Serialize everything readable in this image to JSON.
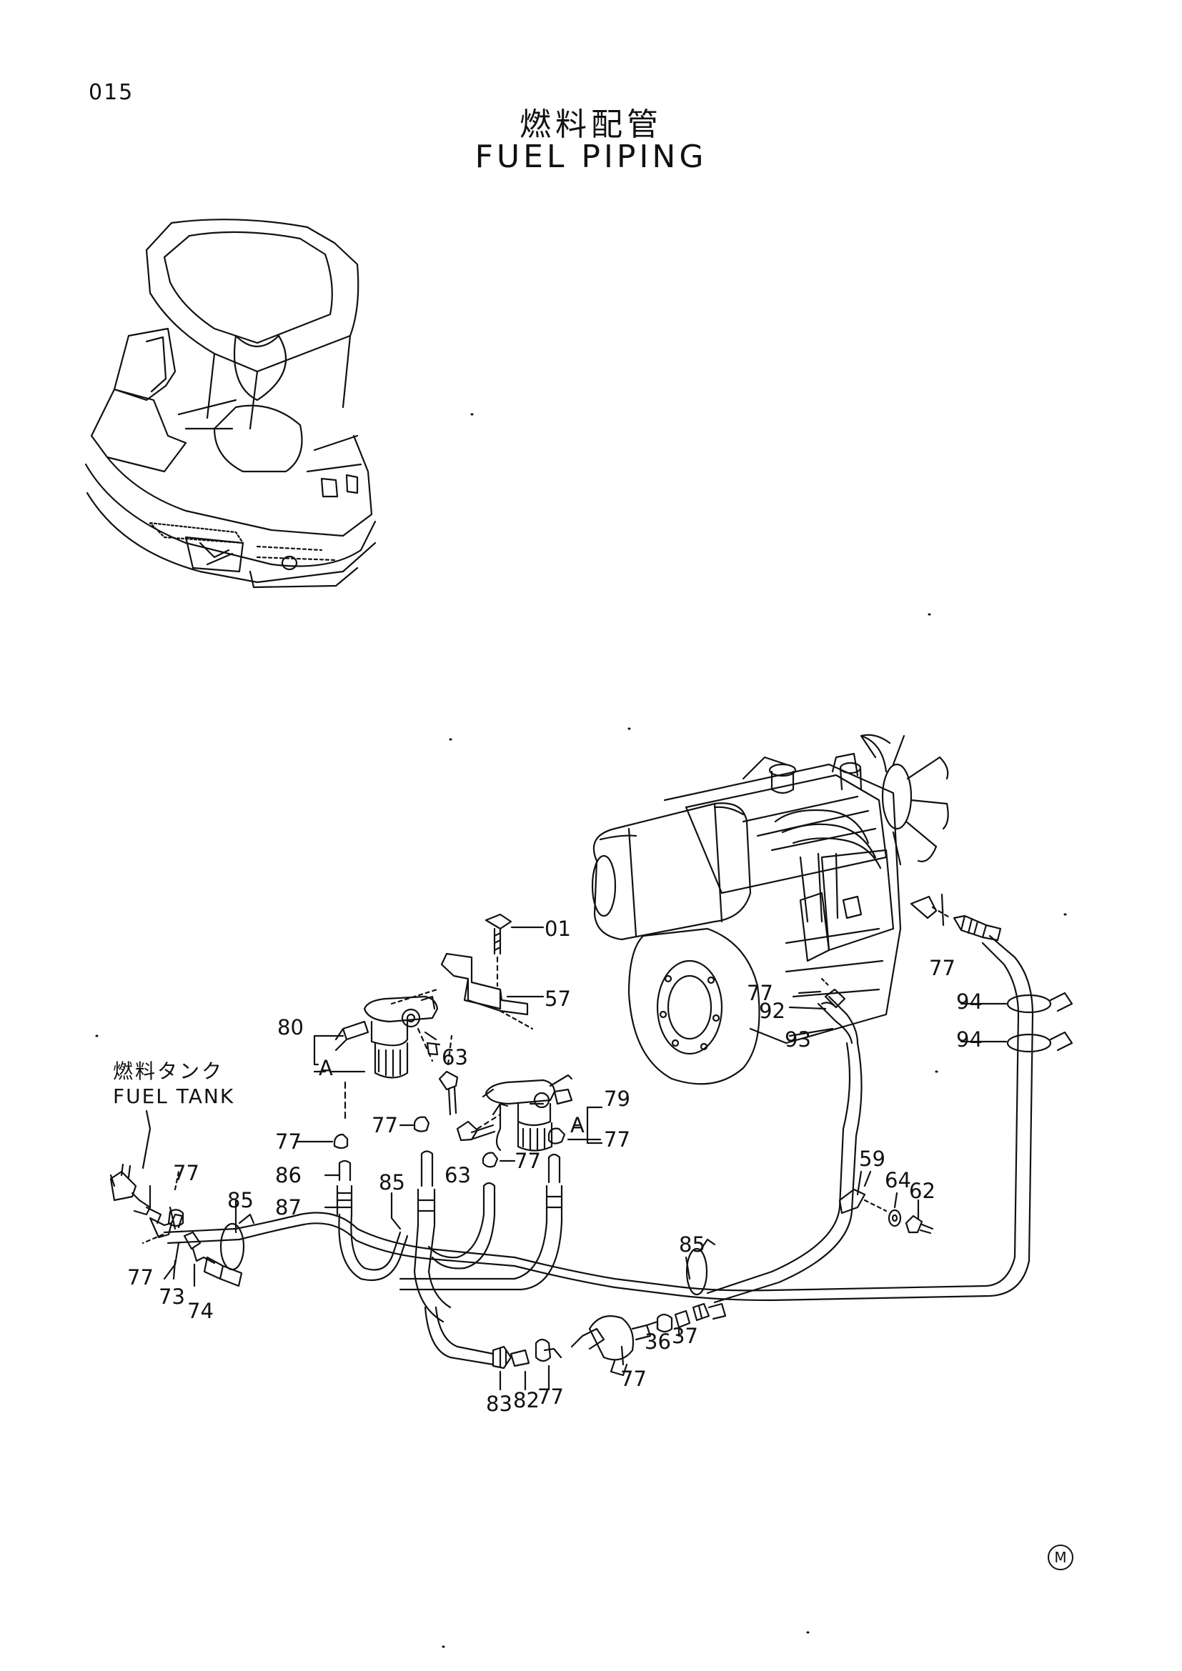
{
  "page": {
    "number": "015",
    "title_jp": "燃料配管",
    "title_en": "FUEL PIPING",
    "mark": "M"
  },
  "fuel_tank": {
    "label_jp": "燃料タンク",
    "label_en": "FUEL TANK"
  },
  "callouts": [
    {
      "id": "c-01",
      "text": "01"
    },
    {
      "id": "c-57",
      "text": "57"
    },
    {
      "id": "c-80",
      "text": "80"
    },
    {
      "id": "c-a-left",
      "text": "A"
    },
    {
      "id": "c-63-top",
      "text": "63"
    },
    {
      "id": "c-79",
      "text": "79"
    },
    {
      "id": "c-a-right",
      "text": "A"
    },
    {
      "id": "c-77-filter-left",
      "text": "77"
    },
    {
      "id": "c-77-filter-mid",
      "text": "77"
    },
    {
      "id": "c-77-filter-right",
      "text": "77"
    },
    {
      "id": "c-77-below-filter",
      "text": "77"
    },
    {
      "id": "c-63-bottom",
      "text": "63"
    },
    {
      "id": "c-86",
      "text": "86"
    },
    {
      "id": "c-87",
      "text": "87"
    },
    {
      "id": "c-85-center",
      "text": "85"
    },
    {
      "id": "c-85-left",
      "text": "85"
    },
    {
      "id": "c-77-tank-top",
      "text": "77"
    },
    {
      "id": "c-77-tank-bottom",
      "text": "77"
    },
    {
      "id": "c-73",
      "text": "73"
    },
    {
      "id": "c-74",
      "text": "74"
    },
    {
      "id": "c-77-engine-upper",
      "text": "77"
    },
    {
      "id": "c-77-engine-right",
      "text": "77"
    },
    {
      "id": "c-92",
      "text": "92"
    },
    {
      "id": "c-93",
      "text": "93"
    },
    {
      "id": "c-94-top",
      "text": "94"
    },
    {
      "id": "c-94-bottom",
      "text": "94"
    },
    {
      "id": "c-59",
      "text": "59"
    },
    {
      "id": "c-64",
      "text": "64"
    },
    {
      "id": "c-62",
      "text": "62"
    },
    {
      "id": "c-85-right",
      "text": "85"
    },
    {
      "id": "c-36",
      "text": "36"
    },
    {
      "id": "c-37",
      "text": "37"
    },
    {
      "id": "c-77-pump",
      "text": "77"
    },
    {
      "id": "c-83",
      "text": "83"
    },
    {
      "id": "c-82",
      "text": "82"
    },
    {
      "id": "c-77-bottom",
      "text": "77"
    }
  ]
}
